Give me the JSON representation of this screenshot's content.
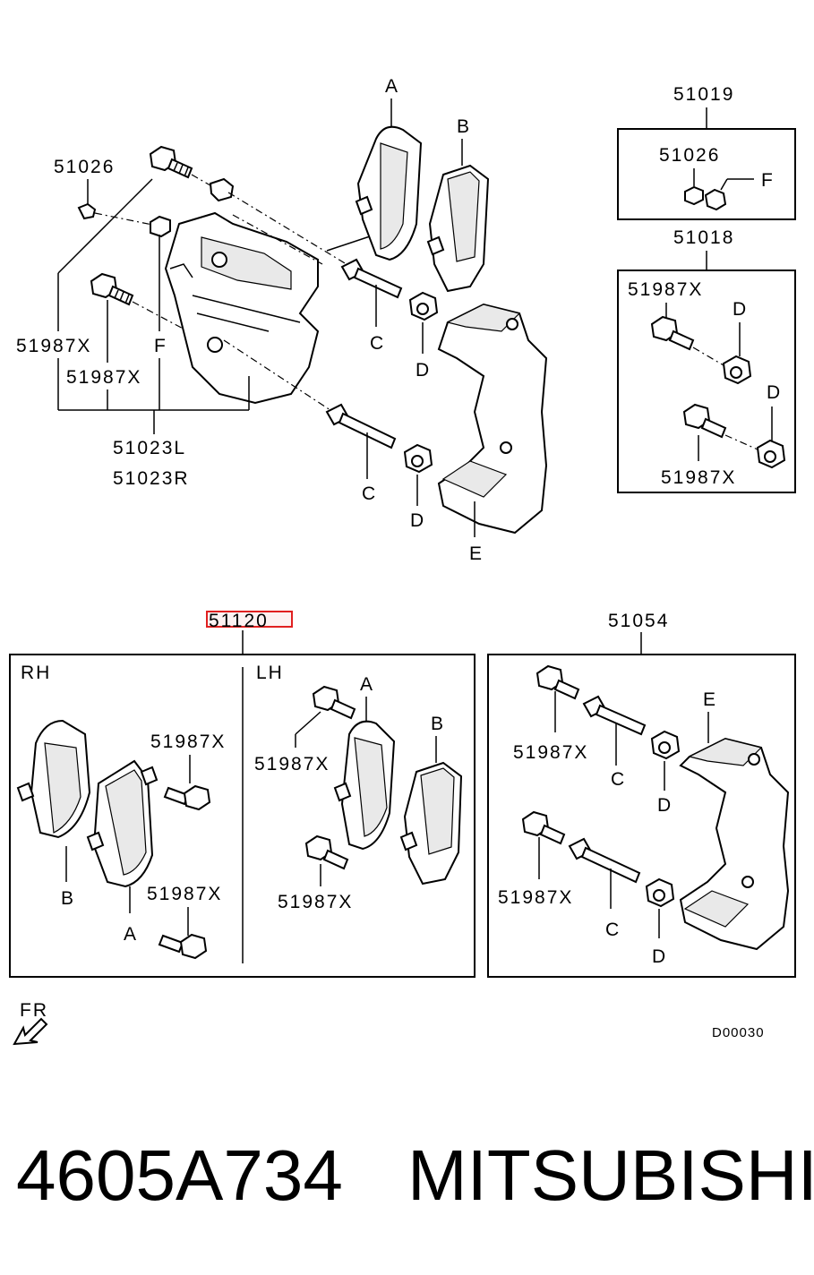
{
  "labels": {
    "caliper_bracket_label": "51026",
    "kit_51019": "51019",
    "kit_51019_bleeder": "51026",
    "kit_51019_cap": "F",
    "kit_51018": "51018",
    "kit_51018_bolt_top": "51987X",
    "kit_51018_nut_top": "D",
    "kit_51018_nut_bottom": "D",
    "kit_51018_bolt_bottom": "51987X",
    "pad_a_top": "A",
    "pad_b_top": "B",
    "pin_c_top": "C",
    "nut_d_top": "D",
    "pin_c_bottom": "C",
    "nut_d_bottom": "D",
    "bracket_e_top": "E",
    "bolt_top_label": "51987X",
    "cap_f_label": "F",
    "bolt_mid_label": "51987X",
    "caliper_l": "51023L",
    "caliper_r": "51023R",
    "kit_51120": "51120",
    "rh": "RH",
    "lh": "LH",
    "rh_pad_b": "B",
    "rh_pad_a": "A",
    "rh_bolt_top": "51987X",
    "rh_bolt_bottom": "51987X",
    "lh_pad_a": "A",
    "lh_pad_b": "B",
    "lh_bolt_top": "51987X",
    "lh_bolt_bottom": "51987X",
    "kit_51054": "51054",
    "k54_bolt_top": "51987X",
    "k54_pin_top": "C",
    "k54_nut_top": "D",
    "k54_bracket": "E",
    "k54_bolt_bottom": "51987X",
    "k54_pin_bottom": "C",
    "k54_nut_bottom": "D",
    "fr": "FR",
    "diagram_code": "D00030"
  },
  "footer": {
    "part_number": "4605A734",
    "brand": "MITSUBISHI"
  },
  "colors": {
    "highlight": "#e02020",
    "ink": "#000000"
  }
}
